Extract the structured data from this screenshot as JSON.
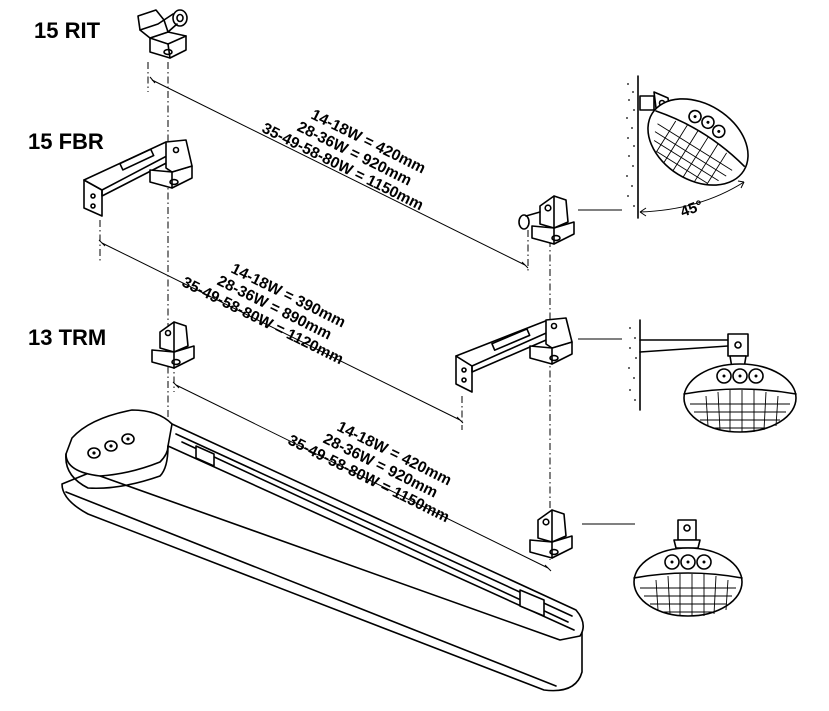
{
  "models": {
    "rit": "15 RIT",
    "fbr": "15 FBR",
    "trm": "13 TRM"
  },
  "dimensions": {
    "top": [
      "14-18W = 420mm",
      "28-36W = 920mm",
      "35-49-58-80W = 1150mm"
    ],
    "middle": [
      "14-18W = 390mm",
      "28-36W = 890mm",
      "35-49-58-80W = 1120mm"
    ],
    "bottom": [
      "14-18W = 420mm",
      "28-36W = 920mm",
      "35-49-58-80W = 1150mm"
    ]
  },
  "angle_label": "45°",
  "icons": {
    "bracket_rit": "swivel-bracket-icon",
    "bracket_fbr": "wall-arm-bracket-icon",
    "bracket_trm": "ceiling-bracket-icon",
    "fixture": "linear-luminaire-icon",
    "end_view": "luminaire-end-view-icon",
    "wall": "wall-hatch-icon"
  }
}
